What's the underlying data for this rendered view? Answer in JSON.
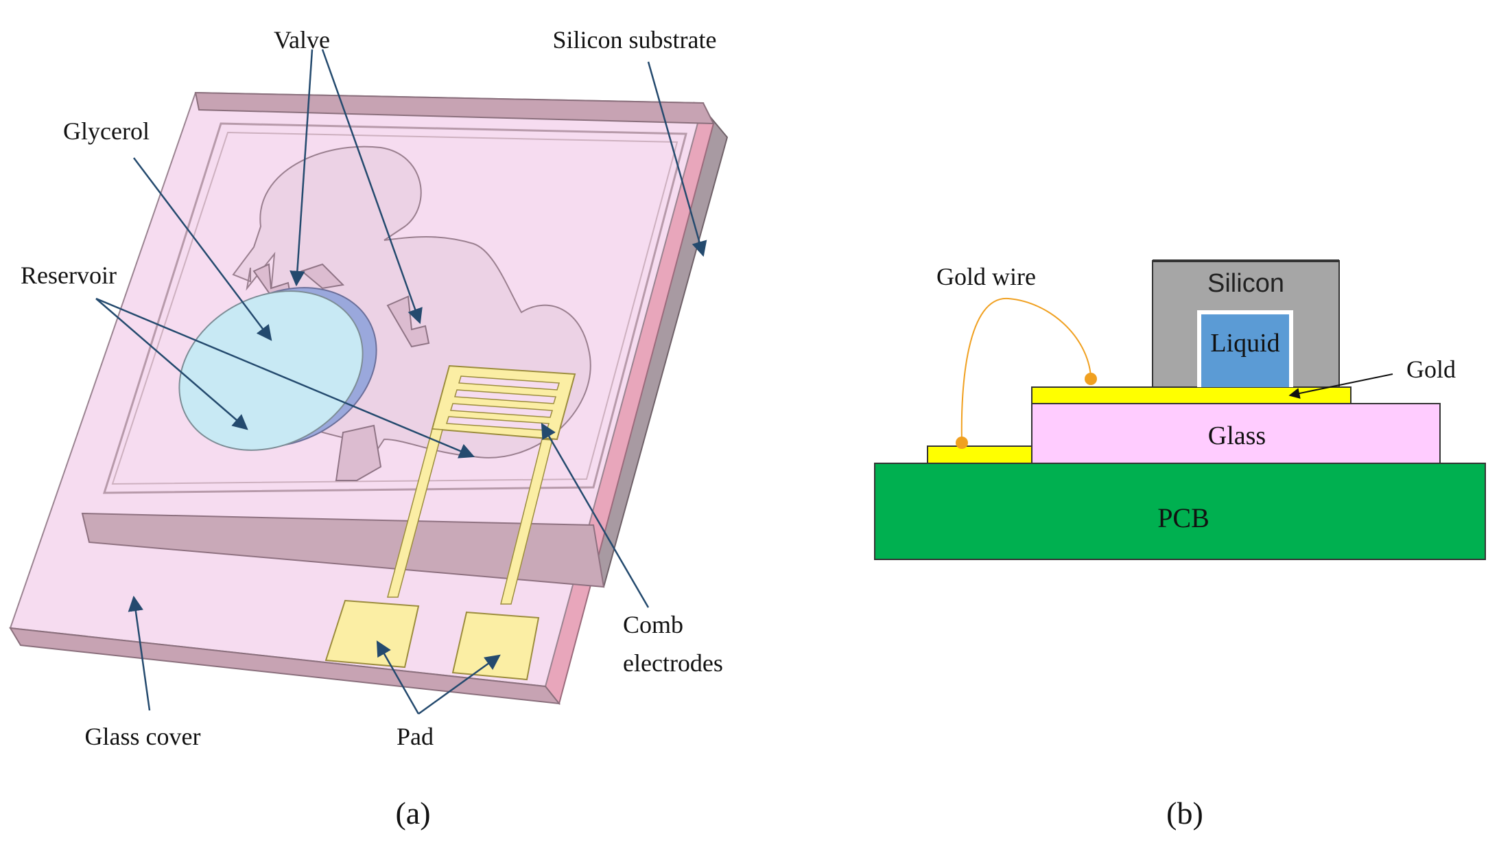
{
  "panel_a": {
    "caption": "(a)",
    "labels": {
      "valve": "Valve",
      "silicon_substrate": "Silicon substrate",
      "glycerol": "Glycerol",
      "reservoir": "Reservoir",
      "comb_line1": "Comb",
      "comb_line2": "electrodes",
      "glass_cover": "Glass cover",
      "pad": "Pad"
    }
  },
  "panel_b": {
    "caption": "(b)",
    "labels": {
      "gold_wire": "Gold wire",
      "silicon": "Silicon",
      "liquid": "Liquid",
      "gold": "Gold",
      "glass": "Glass",
      "pcb": "PCB"
    }
  },
  "colors": {
    "glass_cover_fill": "#f6dcf0",
    "glass_edge": "#c7a3b3",
    "silicon_side": "#a89aa2",
    "silicon_edge_pink": "#e8a6bb",
    "reservoir_fill": "#c8e9f4",
    "electrode_fill": "#fbeea4",
    "arrow": "#244a6e",
    "silicon_grey": "#a6a6a6",
    "liquid_blue": "#5b9bd5",
    "gold_yellow": "#ffff00",
    "glass_pink": "#ffccff",
    "pcb_green": "#00b050",
    "ball_orange": "#f0a020"
  }
}
